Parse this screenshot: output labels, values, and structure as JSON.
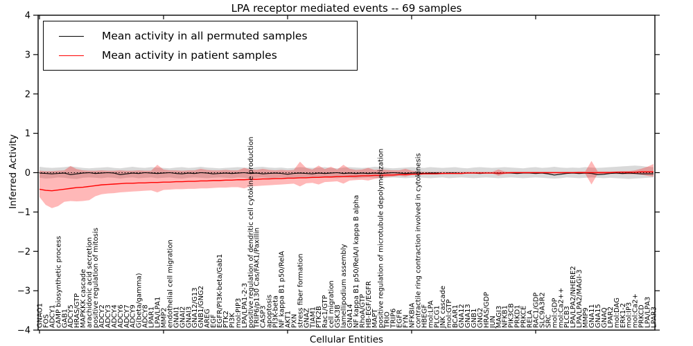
{
  "chart_data": {
    "type": "line",
    "title": "LPA receptor mediated events -- 69 samples",
    "xlabel": "Cellular Entities",
    "ylabel": "Inferred Activity",
    "ylim": [
      -4,
      4
    ],
    "y_ticks": [
      4,
      3,
      2,
      1,
      0,
      -1,
      -2,
      -3,
      -4
    ],
    "y_tick_labels": [
      "4",
      "3",
      "2",
      "1",
      "0",
      "−1",
      "−2",
      "−3",
      "−4"
    ],
    "grid": false,
    "legend_position": "upper left",
    "zero_line": true,
    "categories": [
      "GNAO1",
      "FOS",
      "ADCY1",
      "cAMP biosynthetic process",
      "GAB1",
      "ADCY5",
      "HRAS/GTP",
      "MAPKKK cascade",
      "arachidonic acid secretion",
      "positive regulation of mitosis",
      "ADCY2",
      "ADCY3",
      "ADCY4",
      "ADCY6",
      "ADCY7",
      "ADCY9",
      "G(beta/gamma)",
      "ADCY8",
      "LPAR1",
      "LPA/LPA1",
      "MMP2",
      "endothelial cell migration",
      "GNAI1",
      "GNAI2",
      "GNAI3",
      "GNA12/G13",
      "GNB1/GNG2",
      "AREG",
      "EGF",
      "EGFR/PI3K-beta/Gab1",
      "PTK2",
      "PI3K",
      "mol:PIP3",
      "LPA/LPA1-2-3",
      "positive regulation of dendritic cell cytokine production",
      "TRIP6/p130 Cas/FAK1/Paxillin",
      "CASP3",
      "apoptosis",
      "PI3K-beta",
      "NF kappa B1 p50/RelA",
      "AKT1",
      "PXN",
      "stress fiber formation",
      "GNAZ",
      "TIAM1",
      "PTK2B",
      "Rac1/GTP",
      "cell migration",
      "GSK3B",
      "lamellipodium assembly",
      "GNA14",
      "NF kappa B1 p50/RelA/I kappa B alpha",
      "RhoA/GTP",
      "HB-EGF/EGFR",
      "MAPT",
      "positive regulation of microtubule depolymerization",
      "TRIO",
      "TRIP6",
      "EGFR",
      "FYN",
      "NFKBIA",
      "contractile ring contraction involved in cytokinesis",
      "HBEGF",
      "mol:LPA",
      "PLCG1",
      "JNK cascade",
      "mol:GTP",
      "BCAR1",
      "GNA12",
      "GNA13",
      "GNB1",
      "GNG2",
      "HRAS/GDP",
      "JUN",
      "MAGI3",
      "NFKB1",
      "PIK3CB",
      "PRKD1",
      "PRKCE",
      "RELA",
      "RAC1/GDP",
      "SLC9A3R2",
      "SRC",
      "mol:GDP",
      "mol:Ca2++",
      "PLCB3",
      "LPA/LPA2/NHERE2",
      "LPA/LPA2/MAGI-3",
      "MMP9",
      "GNA11",
      "GNA15",
      "GNAQ",
      "LPAR2",
      "mol:DAG",
      "ERK1-2",
      "mol:IP3",
      "mol:Ca2+",
      "PRKCD",
      "LPA/LPA3",
      "LPAR3"
    ],
    "series": [
      {
        "name": "Mean activity in all permuted samples",
        "color": "#000000",
        "values": [
          -0.01,
          -0.02,
          -0.03,
          -0.02,
          -0.01,
          -0.05,
          -0.03,
          -0.01,
          0.0,
          -0.02,
          -0.01,
          0.0,
          -0.01,
          -0.05,
          -0.03,
          -0.01,
          -0.02,
          0.0,
          -0.01,
          -0.02,
          -0.01,
          0.0,
          -0.02,
          -0.03,
          -0.01,
          -0.02,
          0.0,
          -0.01,
          -0.03,
          -0.02,
          -0.01,
          -0.02,
          -0.01,
          0.0,
          -0.02,
          -0.01,
          -0.03,
          -0.02,
          -0.01,
          -0.02,
          -0.04,
          -0.02,
          -0.01,
          -0.02,
          -0.03,
          -0.01,
          -0.02,
          -0.01,
          0.0,
          -0.02,
          -0.01,
          -0.02,
          -0.01,
          -0.02,
          -0.01,
          -0.02,
          -0.01,
          0.0,
          -0.01,
          -0.02,
          -0.01,
          -0.01,
          -0.02,
          -0.01,
          -0.01,
          -0.02,
          -0.01,
          -0.01,
          -0.02,
          -0.01,
          -0.01,
          -0.02,
          -0.01,
          -0.01,
          -0.02,
          -0.01,
          -0.01,
          -0.02,
          -0.01,
          -0.01,
          -0.02,
          -0.01,
          -0.03,
          -0.06,
          -0.04,
          -0.02,
          -0.01,
          -0.02,
          -0.01,
          -0.02,
          -0.05,
          -0.04,
          -0.02,
          -0.01,
          -0.02,
          -0.01,
          -0.02,
          -0.03,
          -0.03,
          -0.03
        ]
      },
      {
        "name": "Mean activity in patient samples",
        "color": "#ff0000",
        "values": [
          -0.42,
          -0.45,
          -0.46,
          -0.44,
          -0.42,
          -0.4,
          -0.38,
          -0.37,
          -0.35,
          -0.33,
          -0.31,
          -0.3,
          -0.29,
          -0.28,
          -0.27,
          -0.27,
          -0.26,
          -0.26,
          -0.25,
          -0.25,
          -0.24,
          -0.24,
          -0.23,
          -0.23,
          -0.22,
          -0.22,
          -0.21,
          -0.21,
          -0.2,
          -0.2,
          -0.19,
          -0.19,
          -0.18,
          -0.18,
          -0.17,
          -0.17,
          -0.16,
          -0.16,
          -0.15,
          -0.15,
          -0.14,
          -0.14,
          -0.13,
          -0.13,
          -0.12,
          -0.12,
          -0.11,
          -0.11,
          -0.1,
          -0.1,
          -0.09,
          -0.09,
          -0.08,
          -0.08,
          -0.07,
          -0.07,
          -0.06,
          -0.06,
          -0.05,
          -0.05,
          -0.04,
          -0.04,
          -0.03,
          -0.03,
          -0.03,
          -0.02,
          -0.02,
          -0.02,
          -0.02,
          -0.01,
          -0.01,
          -0.01,
          -0.01,
          -0.01,
          -0.01,
          -0.01,
          0.0,
          0.0,
          0.0,
          0.0,
          0.0,
          0.0,
          0.0,
          0.0,
          0.0,
          0.0,
          0.0,
          0.0,
          0.0,
          0.0,
          0.0,
          0.0,
          0.0,
          0.01,
          0.01,
          0.01,
          0.01,
          0.02,
          0.02,
          0.02
        ]
      }
    ],
    "bands": [
      {
        "name": "permuted-range",
        "color": "#aaaaaa",
        "opacity": 0.45,
        "upper": [
          0.15,
          0.13,
          0.12,
          0.13,
          0.14,
          0.16,
          0.14,
          0.12,
          0.11,
          0.12,
          0.13,
          0.14,
          0.12,
          0.11,
          0.13,
          0.15,
          0.13,
          0.12,
          0.14,
          0.13,
          0.12,
          0.11,
          0.13,
          0.14,
          0.12,
          0.13,
          0.15,
          0.13,
          0.12,
          0.11,
          0.12,
          0.13,
          0.14,
          0.13,
          0.12,
          0.14,
          0.15,
          0.13,
          0.12,
          0.13,
          0.11,
          0.12,
          0.14,
          0.13,
          0.12,
          0.13,
          0.14,
          0.12,
          0.11,
          0.13,
          0.14,
          0.13,
          0.12,
          0.13,
          0.15,
          0.14,
          0.12,
          0.11,
          0.12,
          0.13,
          0.14,
          0.13,
          0.12,
          0.14,
          0.13,
          0.12,
          0.13,
          0.14,
          0.12,
          0.11,
          0.13,
          0.14,
          0.13,
          0.12,
          0.13,
          0.14,
          0.13,
          0.12,
          0.11,
          0.13,
          0.14,
          0.12,
          0.13,
          0.15,
          0.13,
          0.12,
          0.13,
          0.12,
          0.14,
          0.13,
          0.12,
          0.13,
          0.14,
          0.15,
          0.16,
          0.17,
          0.18,
          0.17,
          0.15,
          0.14
        ],
        "lower": [
          -0.13,
          -0.15,
          -0.14,
          -0.12,
          -0.13,
          -0.15,
          -0.16,
          -0.13,
          -0.12,
          -0.13,
          -0.14,
          -0.12,
          -0.13,
          -0.15,
          -0.13,
          -0.12,
          -0.14,
          -0.13,
          -0.12,
          -0.14,
          -0.13,
          -0.12,
          -0.14,
          -0.15,
          -0.13,
          -0.12,
          -0.13,
          -0.14,
          -0.13,
          -0.12,
          -0.13,
          -0.14,
          -0.12,
          -0.13,
          -0.15,
          -0.13,
          -0.12,
          -0.14,
          -0.13,
          -0.12,
          -0.14,
          -0.13,
          -0.12,
          -0.13,
          -0.14,
          -0.13,
          -0.12,
          -0.13,
          -0.14,
          -0.12,
          -0.13,
          -0.14,
          -0.13,
          -0.12,
          -0.13,
          -0.15,
          -0.13,
          -0.12,
          -0.13,
          -0.14,
          -0.13,
          -0.12,
          -0.13,
          -0.14,
          -0.13,
          -0.12,
          -0.14,
          -0.13,
          -0.12,
          -0.13,
          -0.14,
          -0.13,
          -0.12,
          -0.13,
          -0.14,
          -0.13,
          -0.12,
          -0.13,
          -0.14,
          -0.13,
          -0.12,
          -0.13,
          -0.14,
          -0.15,
          -0.14,
          -0.12,
          -0.13,
          -0.14,
          -0.13,
          -0.12,
          -0.13,
          -0.14,
          -0.13,
          -0.14,
          -0.15,
          -0.16,
          -0.15,
          -0.14,
          -0.13,
          -0.12
        ]
      },
      {
        "name": "patient-range",
        "color": "#ff0000",
        "opacity": 0.28,
        "upper": [
          0.05,
          0.04,
          0.04,
          0.05,
          0.06,
          0.17,
          0.09,
          0.06,
          0.05,
          0.05,
          0.06,
          0.05,
          0.05,
          0.06,
          0.05,
          0.05,
          0.06,
          0.05,
          0.05,
          0.2,
          0.08,
          0.06,
          0.06,
          0.05,
          0.06,
          0.06,
          0.1,
          0.07,
          0.06,
          0.06,
          0.07,
          0.06,
          0.06,
          0.12,
          0.08,
          0.07,
          0.1,
          0.07,
          0.06,
          0.07,
          0.06,
          0.07,
          0.28,
          0.12,
          0.08,
          0.18,
          0.09,
          0.15,
          0.08,
          0.2,
          0.1,
          0.07,
          0.08,
          0.12,
          0.07,
          0.08,
          0.07,
          0.06,
          0.06,
          0.1,
          0.05,
          0.03,
          0.02,
          0.02,
          0.02,
          0.02,
          0.02,
          0.02,
          0.02,
          0.02,
          0.02,
          0.02,
          0.02,
          0.02,
          0.08,
          0.03,
          0.02,
          0.02,
          0.02,
          0.02,
          0.02,
          0.02,
          0.02,
          0.02,
          0.02,
          0.02,
          0.02,
          0.03,
          0.03,
          0.3,
          0.03,
          0.03,
          0.03,
          0.03,
          0.04,
          0.04,
          0.06,
          0.1,
          0.15,
          0.22
        ],
        "lower": [
          -0.62,
          -0.82,
          -0.9,
          -0.85,
          -0.74,
          -0.72,
          -0.73,
          -0.72,
          -0.7,
          -0.6,
          -0.55,
          -0.53,
          -0.52,
          -0.5,
          -0.49,
          -0.48,
          -0.47,
          -0.46,
          -0.45,
          -0.5,
          -0.44,
          -0.43,
          -0.42,
          -0.42,
          -0.41,
          -0.41,
          -0.4,
          -0.4,
          -0.39,
          -0.38,
          -0.38,
          -0.37,
          -0.37,
          -0.4,
          -0.35,
          -0.34,
          -0.33,
          -0.32,
          -0.31,
          -0.3,
          -0.29,
          -0.28,
          -0.35,
          -0.27,
          -0.26,
          -0.3,
          -0.24,
          -0.23,
          -0.22,
          -0.28,
          -0.2,
          -0.19,
          -0.18,
          -0.2,
          -0.16,
          -0.13,
          -0.11,
          -0.1,
          -0.08,
          -0.1,
          -0.06,
          -0.04,
          -0.03,
          -0.02,
          -0.02,
          -0.02,
          -0.02,
          -0.02,
          -0.02,
          -0.02,
          -0.02,
          -0.02,
          -0.02,
          -0.02,
          -0.08,
          -0.03,
          -0.02,
          -0.02,
          -0.02,
          -0.02,
          -0.02,
          -0.02,
          -0.02,
          -0.02,
          -0.02,
          -0.02,
          -0.02,
          -0.03,
          -0.03,
          -0.3,
          -0.03,
          -0.03,
          -0.03,
          -0.03,
          -0.04,
          -0.04,
          -0.04,
          -0.05,
          -0.08,
          -0.1
        ]
      }
    ]
  },
  "legend": {
    "items": [
      {
        "label": "Mean activity in all permuted samples",
        "color": "#000000"
      },
      {
        "label": "Mean activity in patient samples",
        "color": "#ff0000"
      }
    ]
  },
  "axes": {
    "x_title": "Cellular Entities",
    "y_title": "Inferred Activity"
  }
}
